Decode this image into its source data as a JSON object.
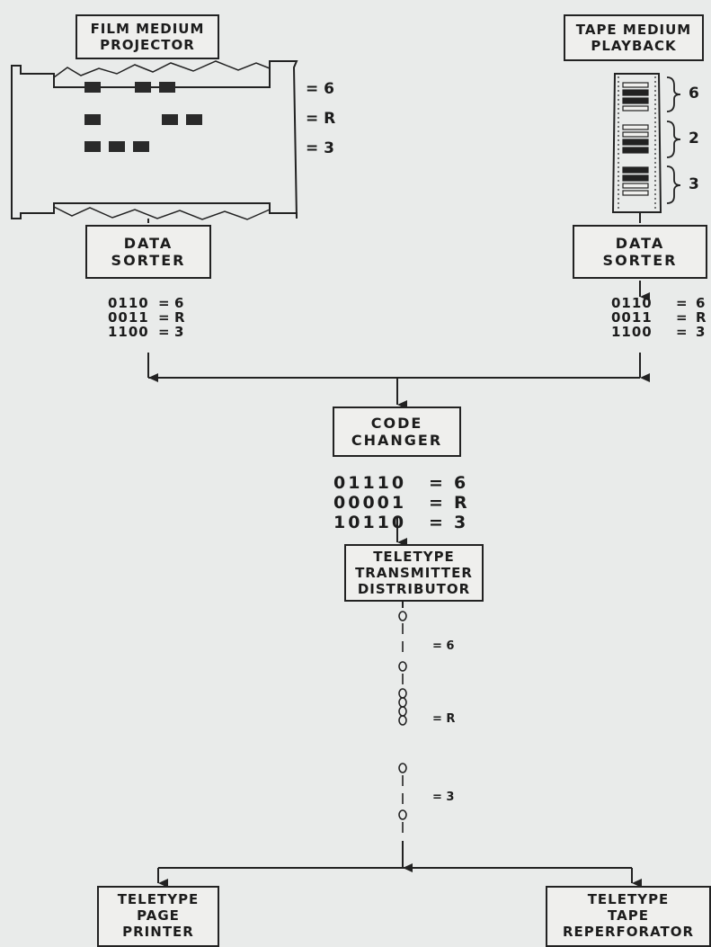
{
  "film_projector": {
    "line1": "FILM MEDIUM",
    "line2": "PROJECTOR"
  },
  "tape_playback": {
    "line1": "TAPE MEDIUM",
    "line2": "PLAYBACK"
  },
  "film_labels": [
    "= 6",
    "= R",
    "= 3"
  ],
  "tape_labels": [
    "6",
    "2",
    "3"
  ],
  "left_sorter": {
    "line1": "DATA",
    "line2": "SORTER"
  },
  "right_sorter": {
    "line1": "DATA",
    "line2": "SORTER"
  },
  "left_codes": [
    {
      "code": "0110",
      "value": "6"
    },
    {
      "code": "0011",
      "value": "R"
    },
    {
      "code": "1100",
      "value": "3"
    }
  ],
  "right_codes": [
    {
      "code": "0110",
      "value": "6"
    },
    {
      "code": "0011",
      "value": "R"
    },
    {
      "code": "1100",
      "value": "3"
    }
  ],
  "code_changer": {
    "line1": "CODE",
    "line2": "CHANGER"
  },
  "changer_codes": [
    {
      "code": "01110",
      "value": "6"
    },
    {
      "code": "00001",
      "value": "R"
    },
    {
      "code": "10110",
      "value": "3"
    }
  ],
  "transmitter": {
    "line1": "TELETYPE",
    "line2": "TRANSMITTER",
    "line3": "DISTRIBUTOR"
  },
  "pulse_labels": [
    "= 6",
    "= R",
    "= 3"
  ],
  "page_printer": {
    "line1": "TELETYPE",
    "line2": "PAGE",
    "line3": "PRINTER"
  },
  "reperforator": {
    "line1": "TELETYPE",
    "line2": "TAPE",
    "line3": "REPERFORATOR"
  }
}
